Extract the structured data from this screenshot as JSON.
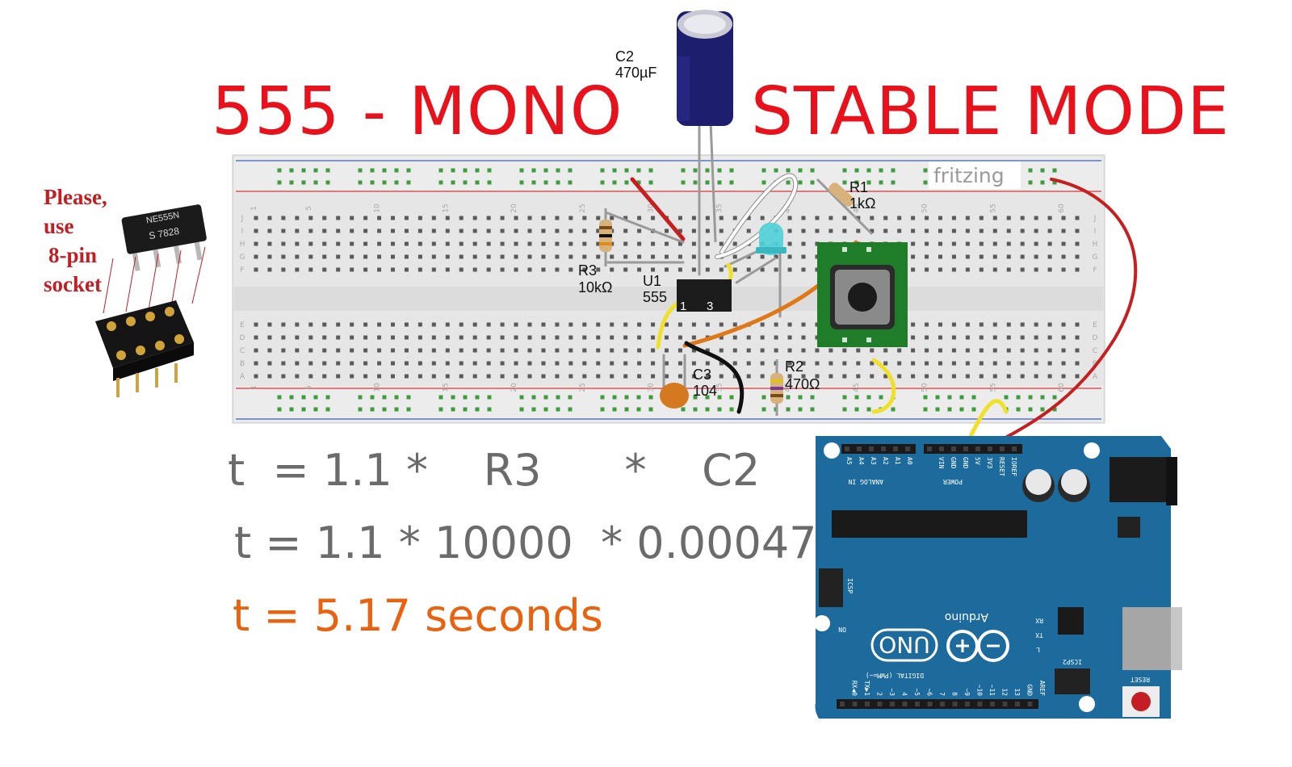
{
  "title": {
    "left": "555 - MONO",
    "right": "STABLE MODE"
  },
  "note": {
    "line1": "Please,",
    "line2": "use",
    "line3": "8-pin",
    "line4": "socket"
  },
  "chip": {
    "line1": "NE555N",
    "line2": "S  7828"
  },
  "watermark": "fritzing",
  "components": {
    "c2": {
      "name": "C2",
      "value": "470µF"
    },
    "r1": {
      "name": "R1",
      "value": "1kΩ"
    },
    "r3": {
      "name": "R3",
      "value": "10kΩ"
    },
    "u1": {
      "name": "U1",
      "value": "555",
      "pin1": "1",
      "pin3": "3"
    },
    "c3": {
      "name": "C3",
      "value": "104"
    },
    "r2": {
      "name": "R2",
      "value": "470Ω"
    }
  },
  "breadboard": {
    "col_numbers": [
      "1",
      "5",
      "10",
      "15",
      "20",
      "25",
      "30",
      "35",
      "40",
      "45",
      "50",
      "55",
      "60"
    ],
    "row_letters_top": [
      "J",
      "I",
      "H",
      "G",
      "F"
    ],
    "row_letters_bottom": [
      "E",
      "D",
      "C",
      "B",
      "A"
    ]
  },
  "equations": {
    "line1": "t  = 1.1 *    R3      *    C2",
    "line2": "t = 1.1 * 10000  * 0.00047",
    "line3": "t = 5.17 seconds"
  },
  "arduino": {
    "brand": "Arduino",
    "model": "UNO",
    "analog_in": "ANALOG IN",
    "power": "POWER",
    "digital": "DIGITAL (PWM=~)",
    "icsp": "ICSP",
    "icsp2": "ICSP2",
    "reset": "RESET",
    "on": "ON",
    "tx": "TX",
    "rx": "RX",
    "l": "L",
    "power_pins": [
      "IOREF",
      "RESET",
      "3V3",
      "5V",
      "GND",
      "GND",
      "VIN"
    ],
    "analog_pins": [
      "A0",
      "A1",
      "A2",
      "A3",
      "A4",
      "A5"
    ],
    "digital_pins": [
      "AREF",
      "GND",
      "13",
      "12",
      "~11",
      "~10",
      "~9",
      "8",
      "7",
      "~6",
      "~5",
      "4",
      "~3",
      "2",
      "TX▶1",
      "RX◀0"
    ]
  },
  "colors": {
    "title": "#e8121c",
    "note": "#c41e24",
    "equation": "#6b6b6b",
    "result": "#e8620f",
    "arduino": "#1d6b9c",
    "breadboard": "#e4e4e4",
    "button_pcb": "#1f7d2a"
  }
}
